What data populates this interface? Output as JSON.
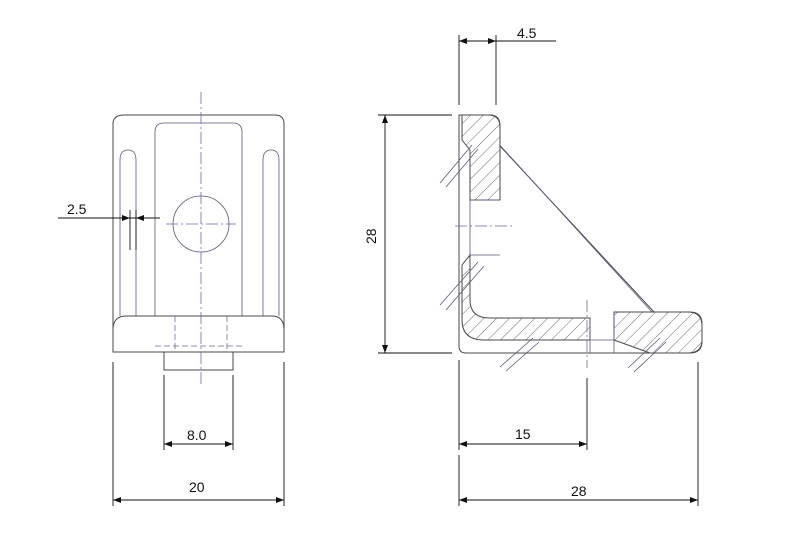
{
  "dimensions": {
    "left_total_width": "20",
    "left_slot_width": "8.0",
    "left_wall": "2.5",
    "right_height": "28",
    "right_width": "28",
    "right_hole_offset": "15",
    "right_thickness": "4.5"
  }
}
